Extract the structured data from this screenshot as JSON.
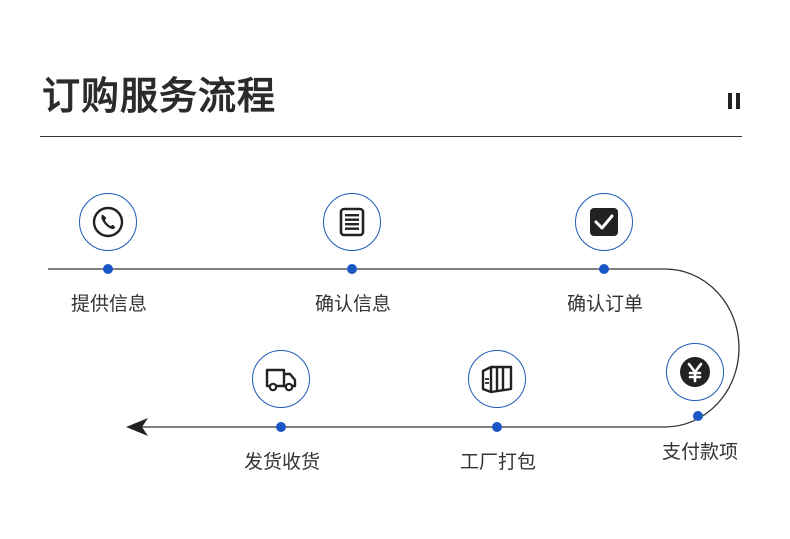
{
  "header": {
    "title": "订购服务流程"
  },
  "colors": {
    "accent": "#1f5ab5",
    "dot": "#1a56c4",
    "line": "#333333",
    "text": "#333333"
  },
  "steps": [
    {
      "label": "提供信息",
      "icon": "phone-icon"
    },
    {
      "label": "确认信息",
      "icon": "document-icon"
    },
    {
      "label": "确认订单",
      "icon": "checkbox-icon"
    },
    {
      "label": "支付款项",
      "icon": "yen-icon"
    },
    {
      "label": "工厂打包",
      "icon": "package-icon"
    },
    {
      "label": "发货收货",
      "icon": "truck-icon"
    }
  ]
}
